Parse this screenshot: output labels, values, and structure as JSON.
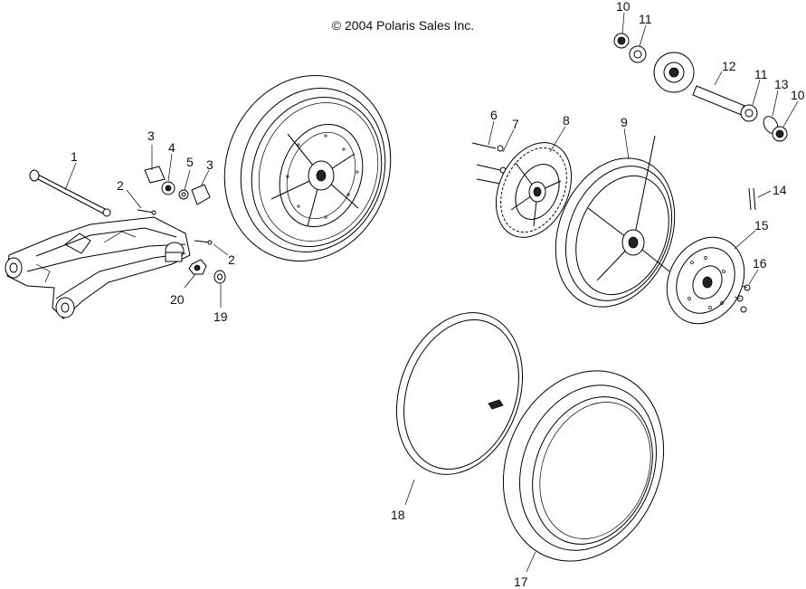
{
  "copyright": "© 2004 Polaris Sales Inc.",
  "callouts": [
    {
      "id": "c1",
      "text": "1"
    },
    {
      "id": "c2a",
      "text": "2"
    },
    {
      "id": "c3a",
      "text": "3"
    },
    {
      "id": "c4",
      "text": "4"
    },
    {
      "id": "c5",
      "text": "5"
    },
    {
      "id": "c3b",
      "text": "3"
    },
    {
      "id": "c2b",
      "text": "2"
    },
    {
      "id": "c20",
      "text": "20"
    },
    {
      "id": "c19",
      "text": "19"
    },
    {
      "id": "c10a",
      "text": "10"
    },
    {
      "id": "c11a",
      "text": "11"
    },
    {
      "id": "c12",
      "text": "12"
    },
    {
      "id": "c11b",
      "text": "11"
    },
    {
      "id": "c13",
      "text": "13"
    },
    {
      "id": "c10b",
      "text": "10"
    },
    {
      "id": "c6",
      "text": "6"
    },
    {
      "id": "c7",
      "text": "7"
    },
    {
      "id": "c8",
      "text": "8"
    },
    {
      "id": "c9",
      "text": "9"
    },
    {
      "id": "c14",
      "text": "14"
    },
    {
      "id": "c15",
      "text": "15"
    },
    {
      "id": "c16",
      "text": "16"
    },
    {
      "id": "c18",
      "text": "18"
    },
    {
      "id": "c17",
      "text": "17"
    }
  ]
}
